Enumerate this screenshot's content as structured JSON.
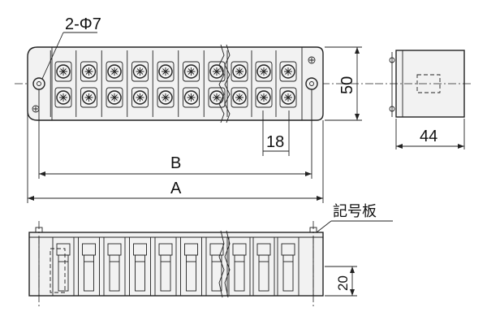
{
  "labels": {
    "hole_callout": "2-Φ7",
    "dim_a": "A",
    "dim_b": "B",
    "dim_height": "50",
    "dim_pitch": "18",
    "dim_depth": "44",
    "dim_side_height": "20",
    "marker_plate": "記号板"
  },
  "terminals": {
    "left_group_count": 7,
    "right_group_count": 3,
    "rows": 2
  }
}
